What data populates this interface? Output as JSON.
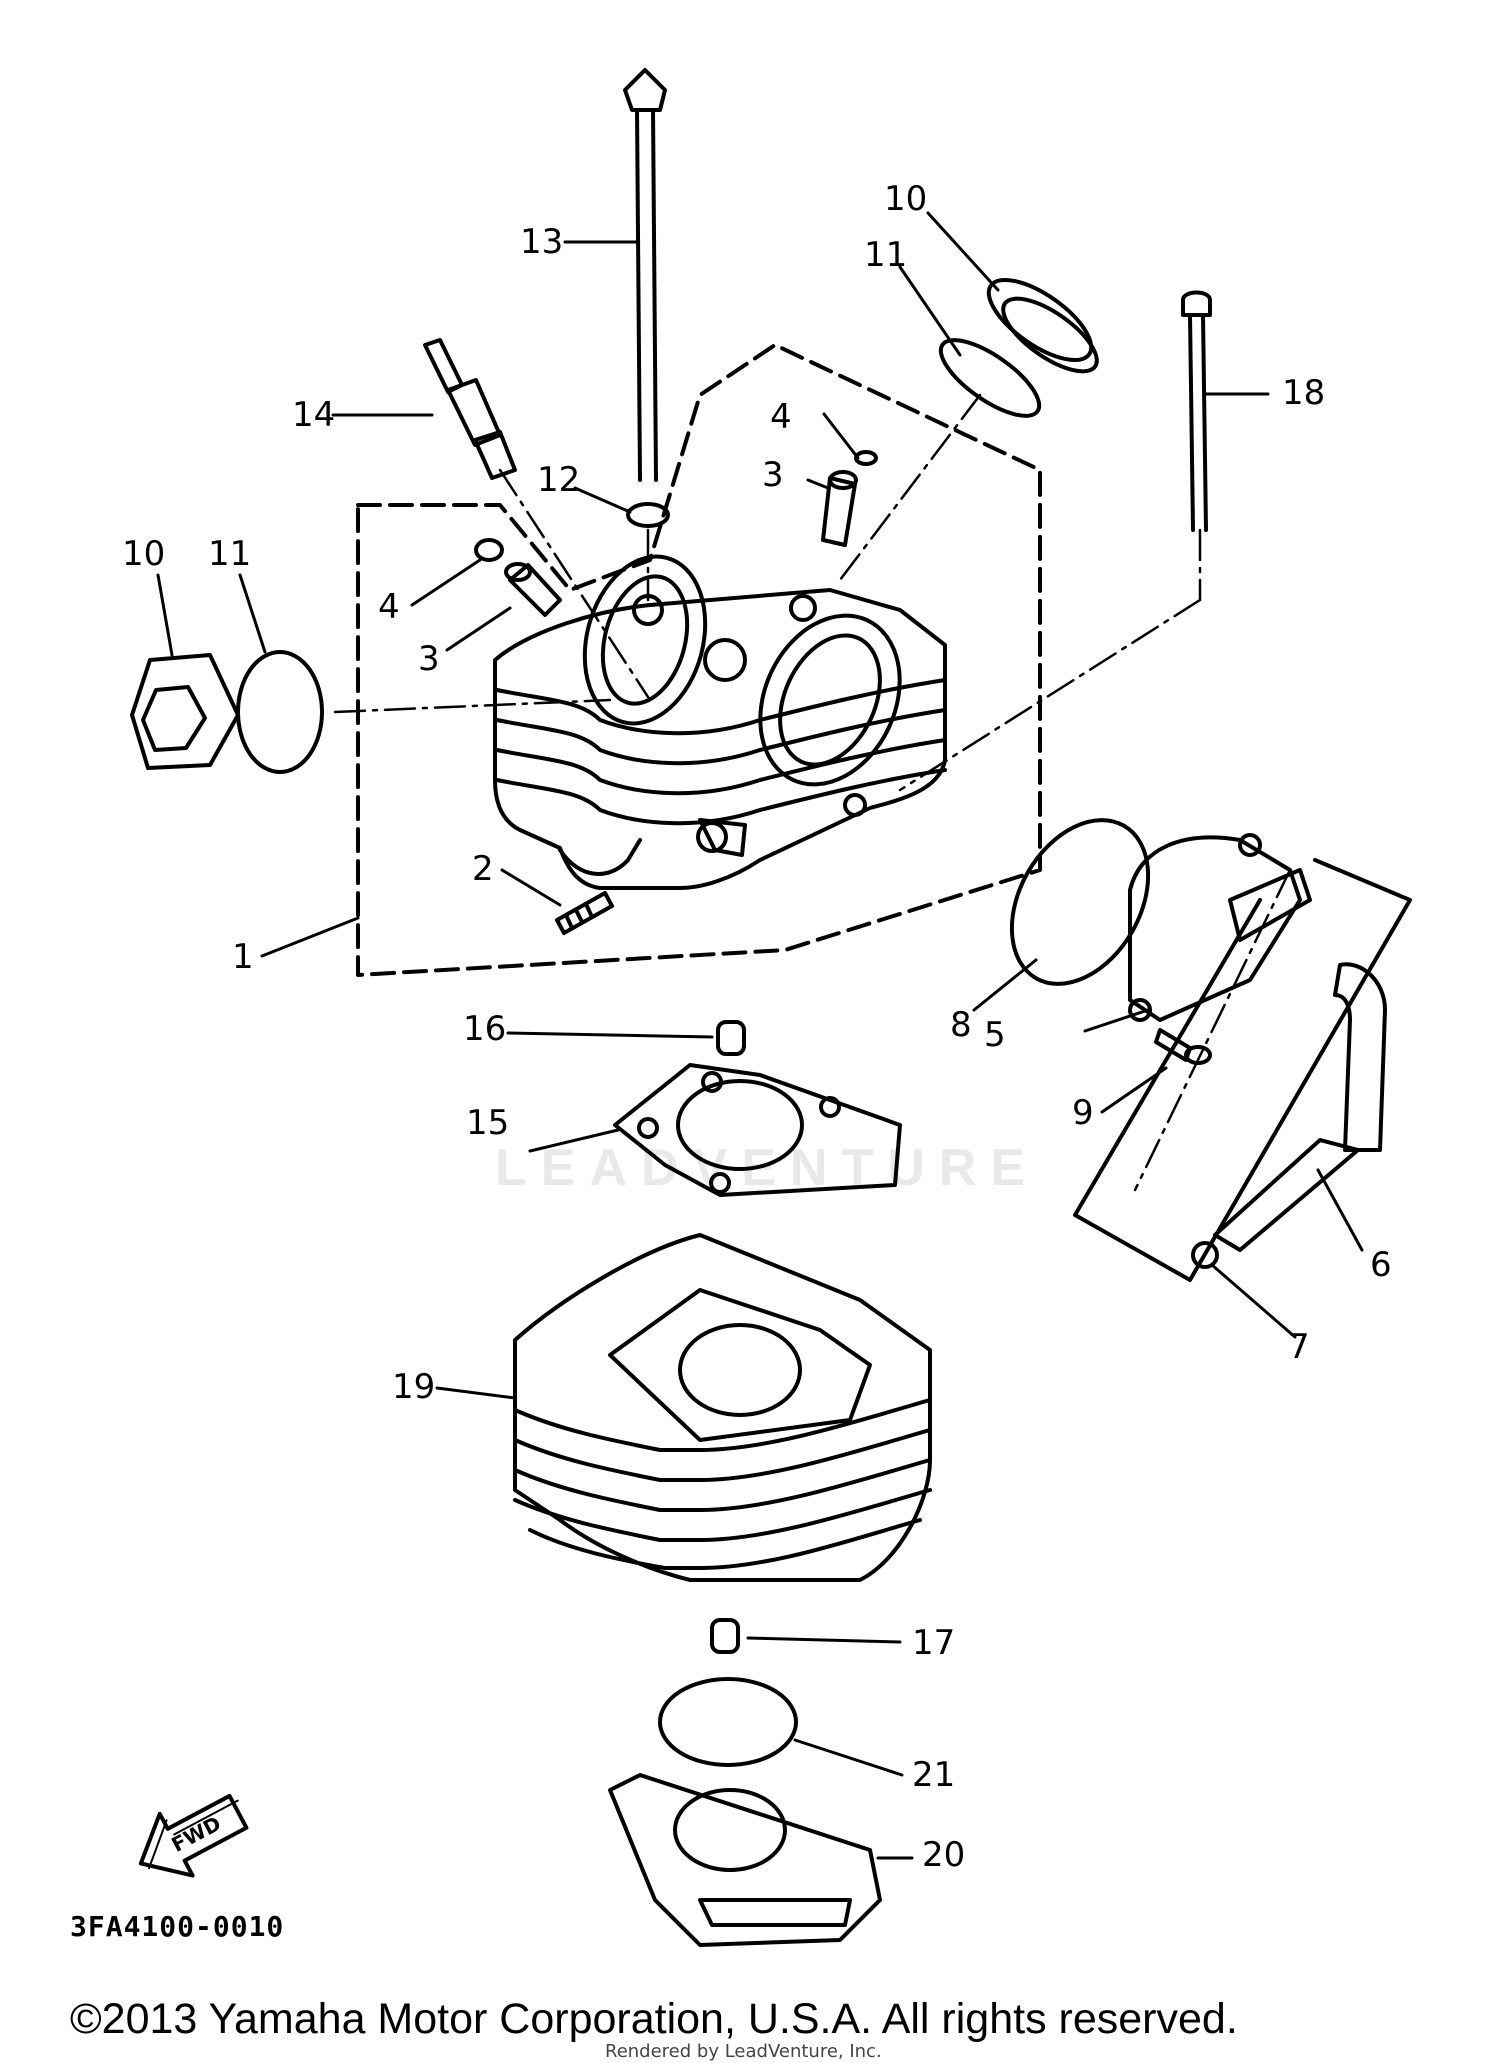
{
  "watermark_text": "LEADVENTURE",
  "part_callouts": [
    {
      "id": "p1",
      "label": "1"
    },
    {
      "id": "p2",
      "label": "2"
    },
    {
      "id": "p3a",
      "label": "3"
    },
    {
      "id": "p3b",
      "label": "3"
    },
    {
      "id": "p4a",
      "label": "4"
    },
    {
      "id": "p4b",
      "label": "4"
    },
    {
      "id": "p5",
      "label": "5"
    },
    {
      "id": "p6",
      "label": "6"
    },
    {
      "id": "p7",
      "label": "7"
    },
    {
      "id": "p8",
      "label": "8"
    },
    {
      "id": "p9",
      "label": "9"
    },
    {
      "id": "p10a",
      "label": "10"
    },
    {
      "id": "p10b",
      "label": "10"
    },
    {
      "id": "p11a",
      "label": "11"
    },
    {
      "id": "p11b",
      "label": "11"
    },
    {
      "id": "p12",
      "label": "12"
    },
    {
      "id": "p13",
      "label": "13"
    },
    {
      "id": "p14",
      "label": "14"
    },
    {
      "id": "p15",
      "label": "15"
    },
    {
      "id": "p16",
      "label": "16"
    },
    {
      "id": "p17",
      "label": "17"
    },
    {
      "id": "p18",
      "label": "18"
    },
    {
      "id": "p19",
      "label": "19"
    },
    {
      "id": "p20",
      "label": "20"
    },
    {
      "id": "p21",
      "label": "21"
    }
  ],
  "fwd_label": "FWD",
  "drawing_code": "3FA4100-0010",
  "copyright": "©2013 Yamaha Motor Corporation, U.S.A. All rights reserved.",
  "rendered_by": "Rendered by LeadVenture, Inc."
}
